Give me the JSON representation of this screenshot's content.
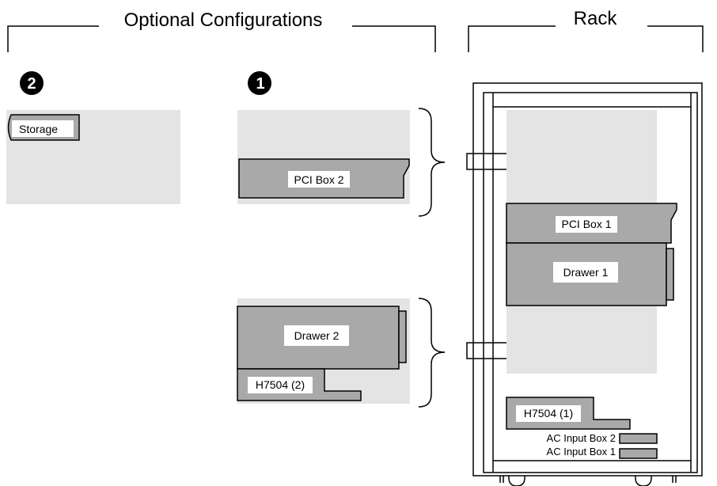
{
  "headers": {
    "optional": "Optional Configurations",
    "rack": "Rack"
  },
  "markers": {
    "one": "1",
    "two": "2"
  },
  "labels": {
    "storage": "Storage",
    "pci_box_2": "PCI Box 2",
    "drawer_2": "Drawer 2",
    "h7504_2": "H7504 (2)",
    "pci_box_1": "PCI Box 1",
    "drawer_1": "Drawer 1",
    "h7504_1": "H7504 (1)",
    "ac_input_box_2": "AC Input Box 2",
    "ac_input_box_1": "AC Input Box 1"
  },
  "colors": {
    "zone_fill": "#e4e4e4",
    "component_fill": "#a9a9a9",
    "outline": "#000000"
  }
}
